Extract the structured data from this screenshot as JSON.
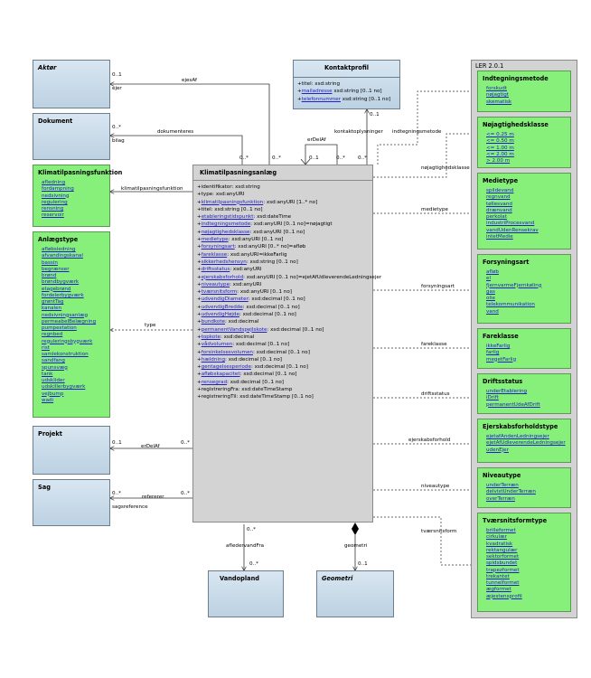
{
  "classes": {
    "aktor": "Aktør",
    "dokument": "Dokument",
    "kontaktprofil": {
      "title": "Kontaktprofil",
      "attrs": [
        [
          [
            "+titel: xsd:string",
            false
          ]
        ],
        [
          [
            "+",
            false
          ],
          [
            "mailadresse",
            true
          ],
          [
            " xsd:string [0..1 no]",
            false
          ]
        ],
        [
          [
            "+",
            false
          ],
          [
            "telefonnummer",
            true
          ],
          [
            " xsd:string [0..1 no]",
            false
          ]
        ]
      ]
    },
    "klimatilpasningsanlaeg": {
      "title": "Klimatilpasningsanlæg",
      "attrs": [
        [
          [
            "+identifikator: xsd:string",
            false
          ]
        ],
        [
          [
            "+type: xsd:anyURI",
            false
          ]
        ],
        [
          [
            "+",
            false
          ],
          [
            "klimatilpasningsfunktion",
            true
          ],
          [
            ": xsd:anyURI [1..* no]",
            false
          ]
        ],
        [
          [
            "+titel: xsd:string [0..1 no]",
            false
          ]
        ],
        [
          [
            "+",
            false
          ],
          [
            "etableringstidspunkt",
            true
          ],
          [
            ": xsd:dateTime",
            false
          ]
        ],
        [
          [
            "+",
            false
          ],
          [
            "indtegningsmetode",
            true
          ],
          ": xsd:anyURI [0..1 no]=nøjagtigt"
        ],
        [
          [
            "+",
            false
          ],
          [
            "nøjagtighedsklasse",
            true
          ],
          [
            ": xsd:anyURI [0..1 no]",
            false
          ]
        ],
        [
          [
            "+",
            false
          ],
          [
            "medietype",
            true
          ],
          [
            ": xsd:anyURI [0..1 no]",
            false
          ]
        ],
        [
          [
            "+",
            false
          ],
          [
            "forsyningsart",
            true
          ],
          [
            ": xsd:anyURI [0..* no]=afløb",
            false
          ]
        ],
        [
          [
            "+",
            false
          ],
          [
            "fareklasse",
            true
          ],
          [
            ": xsd:anyURI=ikkeFarlig",
            false
          ]
        ],
        [
          [
            "+",
            false
          ],
          [
            "sikkerhedshensyn",
            true
          ],
          [
            ": xsd:string [0..1 no]",
            false
          ]
        ],
        [
          [
            "+",
            false
          ],
          [
            "driftsstatus",
            true
          ],
          [
            ": xsd:anyURI",
            false
          ]
        ],
        [
          [
            "+",
            false
          ],
          [
            "ejerskabsforhold",
            true
          ],
          [
            ": xsd:anyURI [0..1 no]=ejetAfUdleverendeLedningsejer",
            false
          ]
        ],
        [
          [
            "+",
            false
          ],
          [
            "niveautype",
            true
          ],
          [
            ": xsd:anyURI",
            false
          ]
        ],
        [
          [
            "+",
            false
          ],
          [
            "tværsnitsform",
            true
          ],
          [
            ": xsd:anyURI [0..1 no]",
            false
          ]
        ],
        [
          [
            "+",
            false
          ],
          [
            "udvendigDiameter",
            true
          ],
          [
            ": xsd:decimal [0..1 no]",
            false
          ]
        ],
        [
          [
            "+",
            false
          ],
          [
            "udvendigBredde",
            true
          ],
          [
            ": xsd:decimal [0..1 no]",
            false
          ]
        ],
        [
          [
            "+",
            false
          ],
          [
            "udvendigHøjde",
            true
          ],
          [
            ": xsd:decimal [0..1 no]",
            false
          ]
        ],
        [
          [
            "+",
            false
          ],
          [
            "bundkote",
            true
          ],
          [
            ": xsd:decimal",
            false
          ]
        ],
        [
          [
            "+",
            false
          ],
          [
            "permanentVandspejlskote",
            true
          ],
          [
            ": xsd:decimal [0..1 no]",
            false
          ]
        ],
        [
          [
            "+",
            false
          ],
          [
            "topkote",
            true
          ],
          [
            ": xsd:decimal",
            false
          ]
        ],
        [
          [
            "+",
            false
          ],
          [
            "vådvolumen",
            true
          ],
          [
            ": xsd:decimal [0..1 no]",
            false
          ]
        ],
        [
          [
            "+",
            false
          ],
          [
            "forsinkelsesvolumen",
            true
          ],
          [
            ": xsd:decimal [0..1 no]",
            false
          ]
        ],
        [
          [
            "+",
            false
          ],
          [
            "hældning",
            true
          ],
          [
            ": xsd:decimal [0..1 no]",
            false
          ]
        ],
        [
          [
            "+",
            false
          ],
          [
            "gentagelsesperiode",
            true
          ],
          [
            ": xsd:decimal [0..1 no]",
            false
          ]
        ],
        [
          [
            "+",
            false
          ],
          [
            "afløbskapacitet",
            true
          ],
          [
            ": xsd:decimal [0..1 no]",
            false
          ]
        ],
        [
          [
            "+",
            false
          ],
          [
            "rensegrad",
            true
          ],
          [
            ": xsd:decimal [0..1 no]",
            false
          ]
        ],
        [
          [
            "+registreringFra: xsd:dateTimeStamp",
            false
          ]
        ],
        [
          [
            "+registreringTil: xsd:dateTimeStamp [0..1 no]",
            false
          ]
        ]
      ]
    },
    "klimatilpasningsfunktion": {
      "title": "Klimatilpasningsfunktion",
      "values": [
        "afledning",
        "fordampning",
        "nedsivning",
        "regulering",
        "rensning",
        "reservoir"
      ]
    },
    "anlaegstype": {
      "title": "Anlægstype",
      "values": [
        "afløbsledning",
        "afvandingskanal",
        "bassin",
        "begrænser",
        "brønd",
        "brøndbygværk",
        "etagebrønd",
        "fordelerbygværk",
        "grøntTag",
        "kanalen",
        "nedsivningsanlæg",
        "permeabelBelægning",
        "pumpestation",
        "regnbed",
        "reguleringsbygværk",
        "rist",
        "samlekonstruktion",
        "sandfang",
        "spunsvæg",
        "tank",
        "udsklider",
        "udskillerbygværk",
        "vejbump",
        "wadi"
      ]
    },
    "projekt": "Projekt",
    "sag": "Sag",
    "vandopland": "Vandopland",
    "geometri": "Geometri"
  },
  "ler": {
    "title": "LER 2.0.1",
    "boxes": [
      {
        "title": "Indtegningsmetode",
        "values": [
          "forskudt",
          "nøjagtigt",
          "skematisk"
        ]
      },
      {
        "title": "Nøjagtighedsklasse",
        "values": [
          "<= 0.25 m",
          "<= 0.50 m",
          "<= 1.00 m",
          "<= 2.00 m",
          "> 2.00 m"
        ]
      },
      {
        "title": "Medietype",
        "values": [
          "spildevand",
          "regnvand",
          "tøllesvand",
          "drænvand",
          "perkolat",
          "industriProcesvand",
          "vandUdenRensekrav",
          "intetMedie"
        ]
      },
      {
        "title": "Forsyningsart",
        "values": [
          "afløb",
          "el",
          "fjernvarmeFjernkøling",
          "gas",
          "olie",
          "telekommunikation",
          "vand"
        ]
      },
      {
        "title": "Fareklasse",
        "values": [
          "ikkeFarlig",
          "farlig",
          "megetFarlig"
        ]
      },
      {
        "title": "Driftsstatus",
        "values": [
          "underEtablering",
          "iDrift",
          "permanentUdeAfDrift"
        ]
      },
      {
        "title": "Ejerskabsforholdstype",
        "values": [
          "ejetafAndenLedningsejer",
          "ejetAfUdleverendeLedningsejer",
          "udenEjer"
        ]
      },
      {
        "title": "Niveautype",
        "values": [
          "underTerræn",
          "delvistUnderTerræn",
          "overTerræn"
        ]
      },
      {
        "title": "Tværsnitsformtype",
        "values": [
          "brilleformet",
          "cirkulær",
          "kvadratisk",
          "rektangulær",
          "sektorformet",
          "spidsbundet",
          "trapezformet",
          "trekantet",
          "tunnelformet",
          "ægformet",
          "æjestensprofil"
        ]
      }
    ]
  },
  "labels": {
    "aktor_mult": "0..1",
    "aktor_role": "ejer",
    "ejesAf": "ejesAf",
    "ejesAf_mult": "0..*",
    "dok_mult": "0..*",
    "dok_role": "bilag",
    "dokumenteres": "dokumenteres",
    "kontakt_mult": "0..1",
    "kontakt_assoc": "kontaktoplysninger",
    "indtegningsmetode": "indtegningsmetode",
    "erDelAf_top": "erDelAf",
    "erDelAf_m1": "0..1",
    "erDelAf_m2": "0..*",
    "kontakt_low": "0..*",
    "klimafunk": "klimatilpasningsfunktion",
    "type": "type",
    "projekt_mult": "0..1",
    "projekt_assoc": "erDelAf",
    "projekt_mult2": "0..*",
    "sag_mult": "0..*",
    "sag_role": "sagsreference",
    "refererer": "refererer",
    "sag_mult2": "0..*",
    "vand_mult": "0..*",
    "afledervandfra": "afledervandFra",
    "vand_mult2": "0..*",
    "geometri": "geometri",
    "geo_mult": "0..1",
    "nojag": "nøjagtighedsklasse",
    "medietype": "medietype",
    "forsyningsart": "forsyningsart",
    "fareklasse": "fareklasse",
    "driftsstatus": "driftsstatus",
    "ejerskabsforhold": "ejerskabsforhold",
    "niveautype": "niveautype",
    "tvaersnitsform": "tværsnitsform"
  }
}
